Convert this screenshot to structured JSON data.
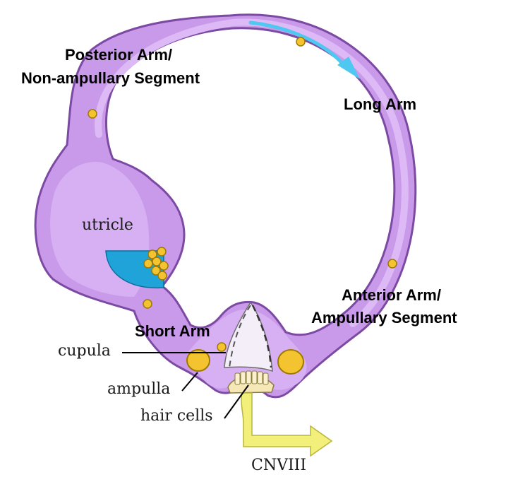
{
  "labels": {
    "posterior_arm_line1": "Posterior Arm/",
    "posterior_arm_line2": "Non-ampullary Segment",
    "long_arm": "Long Arm",
    "anterior_arm_line1": "Anterior Arm/",
    "anterior_arm_line2": "Ampullary Segment",
    "short_arm": "Short Arm",
    "utricle": "utricle",
    "cupula": "cupula",
    "ampulla": "ampulla",
    "hair_cells": "hair cells",
    "cnviii": "CNVIII"
  },
  "colors": {
    "membrane_outer": "#7c4aa3",
    "membrane_fill": "#cfa3ee",
    "membrane_inner": "#dcb8f5",
    "otolith_yellow": "#f4c430",
    "otolith_edge": "#a07800",
    "macula_blue": "#1fa3d9",
    "flow_arrow": "#4ec8f0",
    "nerve_arrow": "#f2f07a",
    "cupula_white": "#f4eef8"
  }
}
